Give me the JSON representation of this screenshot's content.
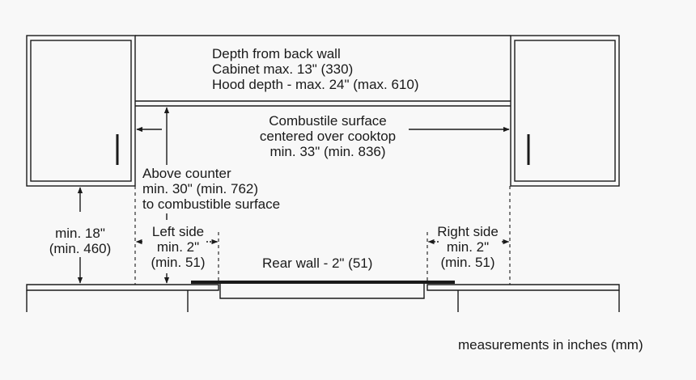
{
  "depth_note": {
    "line1": "Depth from back wall",
    "line2": "Cabinet max. 13\" (330)",
    "line3": "Hood depth - max. 24\" (max. 610)"
  },
  "combustible_note": {
    "line1": "Combustile surface",
    "line2": "centered over cooktop",
    "line3": "min. 33\" (min. 836)"
  },
  "above_counter_note": {
    "line1": "Above counter",
    "line2": "min. 30\" (min. 762)",
    "line3": "to combustible surface"
  },
  "cabinet_height_note": {
    "line1": "min. 18\"",
    "line2": "(min. 460)"
  },
  "left_side_note": {
    "line1": "Left side",
    "line2": "min. 2\"",
    "line3": "(min. 51)"
  },
  "right_side_note": {
    "line1": "Right side",
    "line2": "min. 2\"",
    "line3": "(min. 51)"
  },
  "rear_wall_note": "Rear wall - 2\" (51)",
  "units_note": "measurements in inches (mm)",
  "colors": {
    "line": "#1a1a1a",
    "background": "#f8f8f8"
  }
}
